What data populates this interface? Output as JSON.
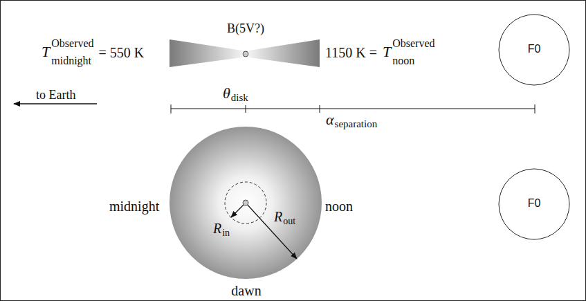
{
  "diagram": {
    "nodes": [
      {
        "text": [
          "F0"
        ]
      },
      {
        "text": [
          "F0"
        ]
      }
    ],
    "labels": [
      "T",
      "Observed",
      "midnight",
      "= 550 K",
      "B(5V?)",
      "1150 K =",
      "T",
      "Observed",
      "noon",
      "to Earth",
      "θ",
      "disk",
      "α",
      "separation",
      "midnight",
      "noon",
      "dawn",
      "R",
      "in",
      "R",
      "out"
    ]
  }
}
